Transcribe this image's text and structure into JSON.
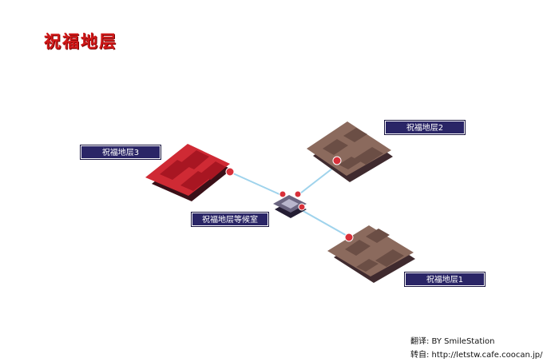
{
  "title": "祝福地层",
  "map": {
    "rooms": [
      {
        "id": "floor3",
        "label": "祝福地层3",
        "color": "#cf2a34"
      },
      {
        "id": "floor2",
        "label": "祝福地层2",
        "color": "#8b6a5d"
      },
      {
        "id": "floor1",
        "label": "祝福地层1",
        "color": "#8b6a5d"
      },
      {
        "id": "waiting_room",
        "label": "祝福地层等候室",
        "color": "#6b6580"
      }
    ],
    "connection_color": "#9fd3ec"
  },
  "credits": {
    "translator": "翻译: BY SmileStation",
    "source": "转自: http://letstw.cafe.coocan.jp/"
  }
}
